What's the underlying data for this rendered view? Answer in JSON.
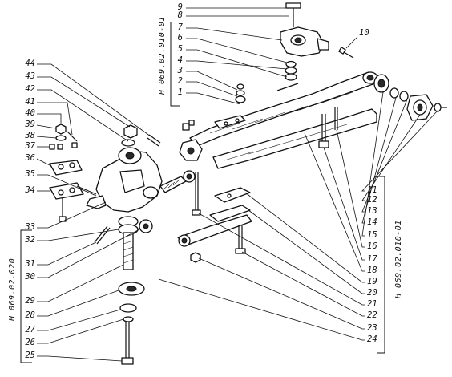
{
  "drawing": {
    "assembly_codes": {
      "top": "Н 069.02.010-01",
      "right": "Н 069.02.010-01",
      "left": "Н 069.02.020"
    },
    "callouts": [
      "1",
      "2",
      "3",
      "4",
      "5",
      "6",
      "7",
      "8",
      "9",
      "10",
      "11",
      "12",
      "13",
      "14",
      "15",
      "16",
      "17",
      "18",
      "19",
      "20",
      "21",
      "22",
      "23",
      "24",
      "25",
      "26",
      "27",
      "28",
      "29",
      "30",
      "31",
      "32",
      "33",
      "34",
      "35",
      "36",
      "37",
      "38",
      "39",
      "40",
      "41",
      "42",
      "43",
      "44"
    ]
  }
}
